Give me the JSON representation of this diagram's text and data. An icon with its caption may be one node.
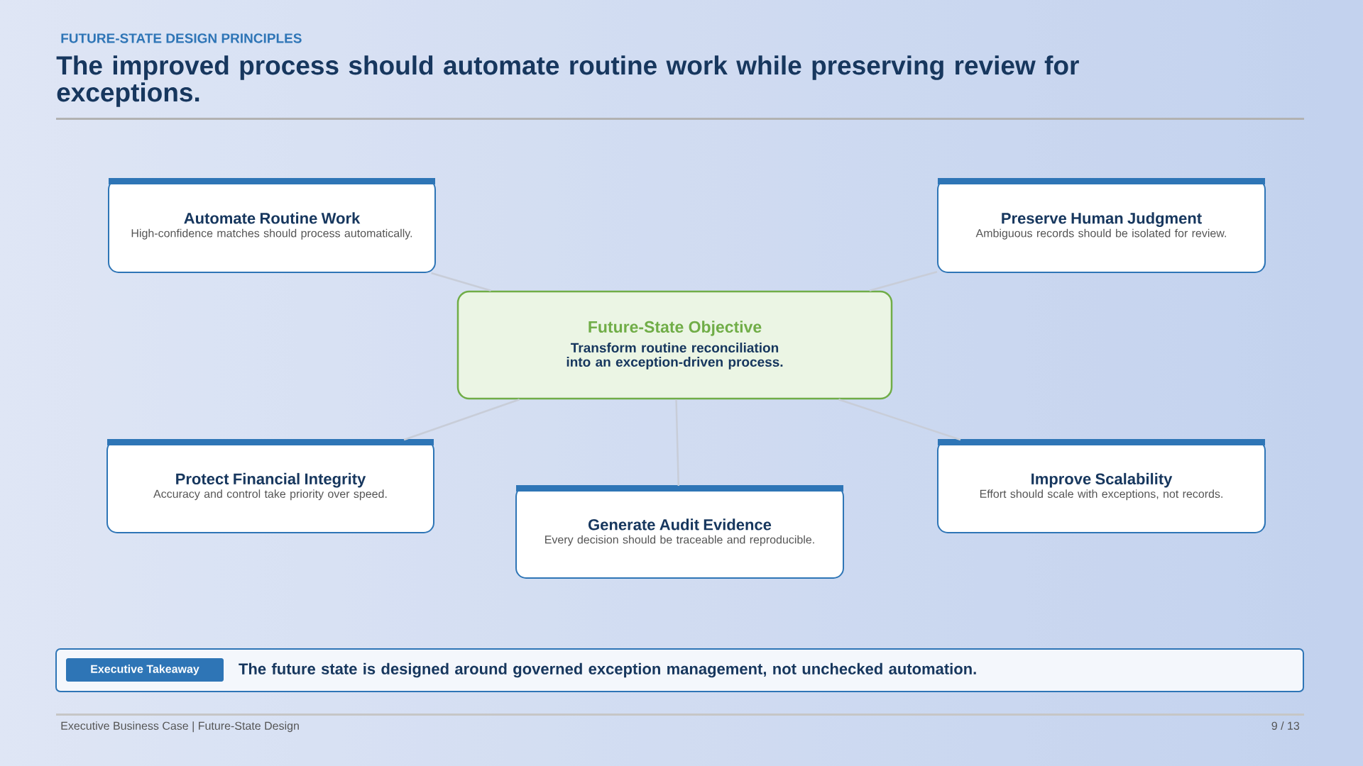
{
  "diagram": {
    "title": "The improved process should automate routine work while preserving review for exceptions.",
    "nodes": [
      {
        "text": [
          "Future-State Objective",
          "Transform routine reconciliation into an exception-driven process."
        ]
      },
      {
        "text": [
          "Automate Routine Work",
          "High-confidence matches should process automatically."
        ]
      },
      {
        "text": [
          "Preserve Human Judgment",
          "Ambiguous records should be isolated for review."
        ]
      },
      {
        "text": [
          "Protect Financial Integrity",
          "Accuracy and control take priority over speed."
        ]
      },
      {
        "text": [
          "Generate Audit Evidence",
          "Every decision should be traceable and reproducible."
        ]
      },
      {
        "text": [
          "Improve Scalability",
          "Effort should scale with exceptions, not records."
        ]
      },
      {
        "text": [
          "The future state is designed around governed exception management, not unchecked automation."
        ]
      },
      {
        "text": [
          "Executive Takeaway"
        ],
        "in": 6
      }
    ],
    "edges": [
      {
        "from": 0,
        "to": 1,
        "arrow": "none"
      },
      {
        "from": 0,
        "to": 2,
        "arrow": "none"
      },
      {
        "from": 0,
        "to": 3,
        "arrow": "none"
      },
      {
        "from": 0,
        "to": 4,
        "arrow": "none"
      },
      {
        "from": 0,
        "to": 5,
        "arrow": "none"
      }
    ],
    "labels": [
      "FUTURE-STATE DESIGN PRINCIPLES",
      "Executive Business Case | Future-State Design",
      "9 / 13"
    ]
  }
}
